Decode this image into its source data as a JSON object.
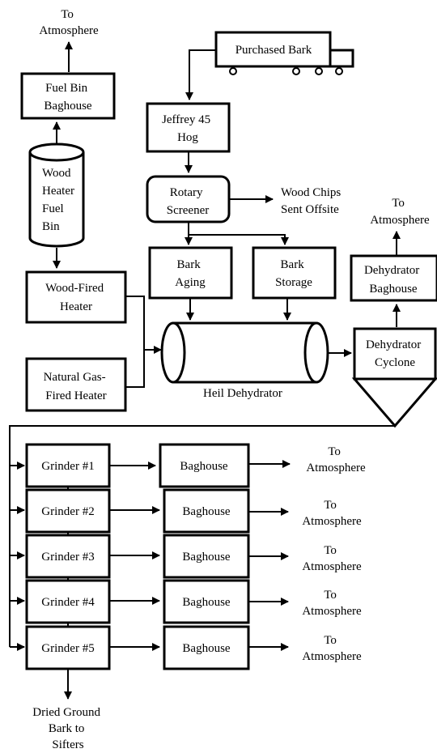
{
  "diagram": {
    "nodes": {
      "purchased_bark": "Purchased Bark",
      "fuel_bin_baghouse": [
        "Fuel Bin",
        "Baghouse"
      ],
      "wood_heater_fuel_bin": [
        "Wood",
        "Heater",
        "Fuel",
        "Bin"
      ],
      "jeffrey_hog": [
        "Jeffrey 45",
        "Hog"
      ],
      "rotary_screener": [
        "Rotary",
        "Screener"
      ],
      "bark_aging": [
        "Bark",
        "Aging"
      ],
      "bark_storage": [
        "Bark",
        "Storage"
      ],
      "wood_fired_heater": [
        "Wood-Fired",
        "Heater"
      ],
      "natural_gas_heater": [
        "Natural Gas-",
        "Fired Heater"
      ],
      "heil_dehydrator": "Heil Dehydrator",
      "dehydrator_baghouse": [
        "Dehydrator",
        "Baghouse"
      ],
      "dehydrator_cyclone": [
        "Dehydrator",
        "Cyclone"
      ],
      "grinders": [
        "Grinder #1",
        "Grinder #2",
        "Grinder #3",
        "Grinder #4",
        "Grinder #5"
      ],
      "baghouse": "Baghouse"
    },
    "outputs": {
      "to_atmosphere": [
        "To",
        "Atmosphere"
      ],
      "wood_chips": [
        "Wood Chips",
        "Sent Offsite"
      ],
      "dried_ground_bark": [
        "Dried Ground",
        "Bark to",
        "Sifters"
      ]
    }
  }
}
